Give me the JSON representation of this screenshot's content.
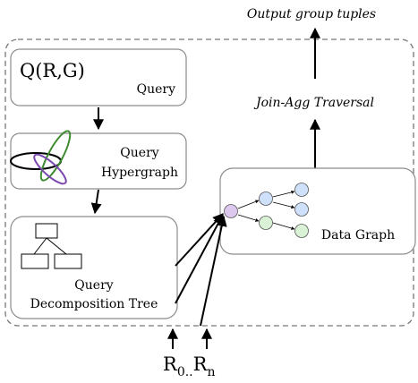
{
  "output_label": "Output group tuples",
  "traversal_label": "Join-Agg Traversal",
  "query": {
    "expression": "Q(R,G)",
    "caption": "Query"
  },
  "hypergraph": {
    "line1": "Query",
    "line2": "Hypergraph"
  },
  "decomposition": {
    "line1": "Query",
    "line2": "Decomposition Tree"
  },
  "data_graph": {
    "caption": "Data Graph"
  },
  "inputs": {
    "r": "R",
    "sub_first": "0",
    "dots": "..",
    "sub_last": "n"
  },
  "colors": {
    "lavender": "#dcc8ec",
    "blue": "#cfe0fb",
    "green": "#d9f2d5",
    "ellipse_green": "#3d8a2f",
    "ellipse_purple": "#7a48b0",
    "ellipse_black": "#000000"
  }
}
